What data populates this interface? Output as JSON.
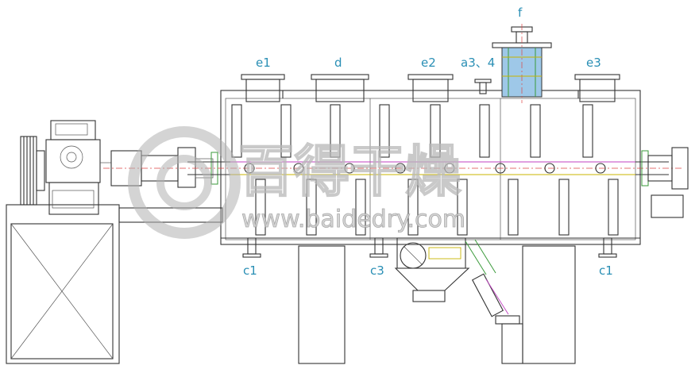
{
  "labels": {
    "f": "f",
    "e1": "e1",
    "d": "d",
    "e2": "e2",
    "a34": "a3、4",
    "e3": "e3",
    "c1_left": "c1",
    "c3": "c3",
    "c1_right": "c1"
  },
  "watermark": {
    "text_cn": "百得干燥",
    "url": "www.baidedry.com"
  },
  "colors": {
    "label": "#2a8fb5",
    "centerline": "#dd4444",
    "outline": "#333333",
    "accent_magenta": "#c040c0",
    "accent_yellow": "#c8b400",
    "accent_green": "#3a9a3a",
    "screen_fill": "#9ec8e8"
  }
}
